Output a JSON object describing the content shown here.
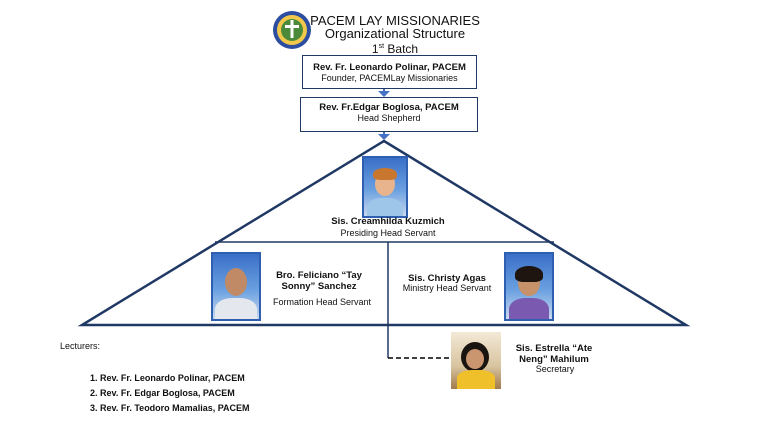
{
  "header": {
    "org_name": "PACEM LAY MISSIONARIES",
    "subtitle": "Organizational Structure",
    "batch_num": "1",
    "batch_sup": "st",
    "batch_word": "Batch"
  },
  "founder": {
    "name": "Rev. Fr. Leonardo Polinar, PACEM",
    "role": "Founder,  PACEMLay Missionaries"
  },
  "shepherd": {
    "name": "Rev. Fr.Edgar Boglosa, PACEM",
    "role": "Head Shepherd"
  },
  "presiding": {
    "name": "Sis. Creamhilda Kuzmich",
    "role": "Presiding Head Servant"
  },
  "formation": {
    "name": "Bro. Feliciano “Tay Sonny” Sanchez",
    "role": "Formation Head Servant"
  },
  "ministry": {
    "name": "Sis. Christy Agas",
    "role": "Ministry Head Servant"
  },
  "secretary": {
    "name": "Sis. Estrella “Ate Neng” Mahilum",
    "role": "Secretary"
  },
  "lecturers": {
    "heading": "Lecturers:",
    "items": [
      "1. Rev. Fr. Leonardo Polinar, PACEM",
      "2. Rev. Fr. Edgar Boglosa, PACEM",
      "3. Rev. Fr. Teodoro Mamalias, PACEM"
    ]
  },
  "colors": {
    "line": "#1f3864",
    "arrow": "#4472c4",
    "photo_border": "#2e5fb0"
  }
}
